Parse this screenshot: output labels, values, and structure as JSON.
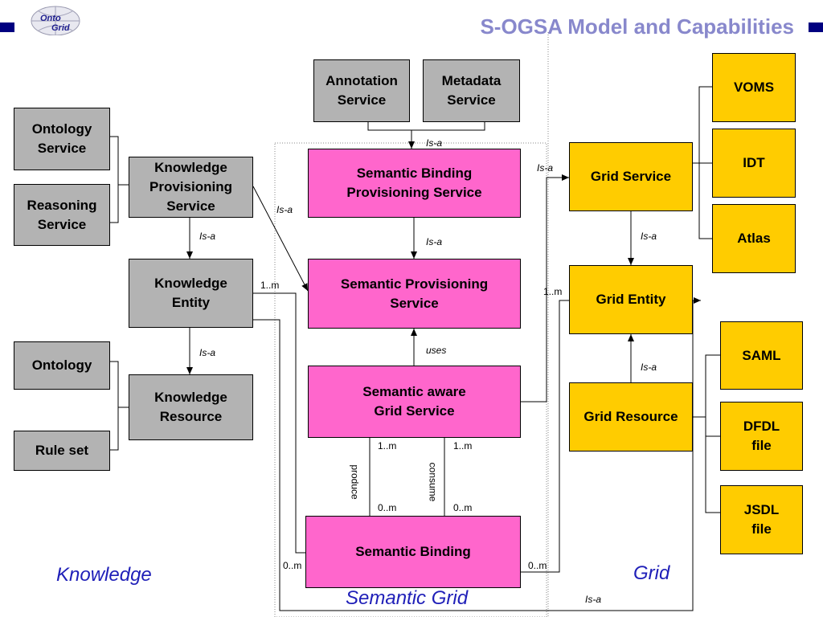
{
  "title": "S-OGSA Model and Capabilities",
  "logo": {
    "text_top": "Onto",
    "text_bottom": "Grid"
  },
  "boxes": {
    "ontology_service": "Ontology\nService",
    "reasoning_service": "Reasoning\nService",
    "knowledge_provisioning_service": "Knowledge\nProvisioning\nService",
    "knowledge_entity": "Knowledge\nEntity",
    "ontology": "Ontology",
    "rule_set": "Rule set",
    "knowledge_resource": "Knowledge\nResource",
    "annotation_service": "Annotation\nService",
    "metadata_service": "Metadata\nService",
    "semantic_binding_provisioning_service": "Semantic Binding\nProvisioning Service",
    "semantic_provisioning_service": "Semantic Provisioning\nService",
    "semantic_aware_grid_service": "Semantic aware\nGrid Service",
    "semantic_binding": "Semantic Binding",
    "grid_service": "Grid Service",
    "grid_entity": "Grid Entity",
    "grid_resource": "Grid Resource",
    "voms": "VOMS",
    "idt": "IDT",
    "atlas": "Atlas",
    "saml": "SAML",
    "dfdl_file": "DFDL\nfile",
    "jsdl_file": "JSDL\nfile"
  },
  "labels": {
    "is_a": "Is-a",
    "uses": "uses",
    "produce": "produce",
    "consume": "consume"
  },
  "multiplicities": {
    "one_to_many": "1..m",
    "zero_to_many": "0..m"
  },
  "areas": {
    "knowledge": "Knowledge",
    "semantic_grid": "Semantic Grid",
    "grid": "Grid"
  },
  "colors": {
    "gray_box": "#b3b3b3",
    "pink_box": "#ff66cc",
    "gold_box": "#ffcc00",
    "title": "#8888cc",
    "area_label": "#1f1fb8",
    "sidebar_accent": "#000080"
  }
}
